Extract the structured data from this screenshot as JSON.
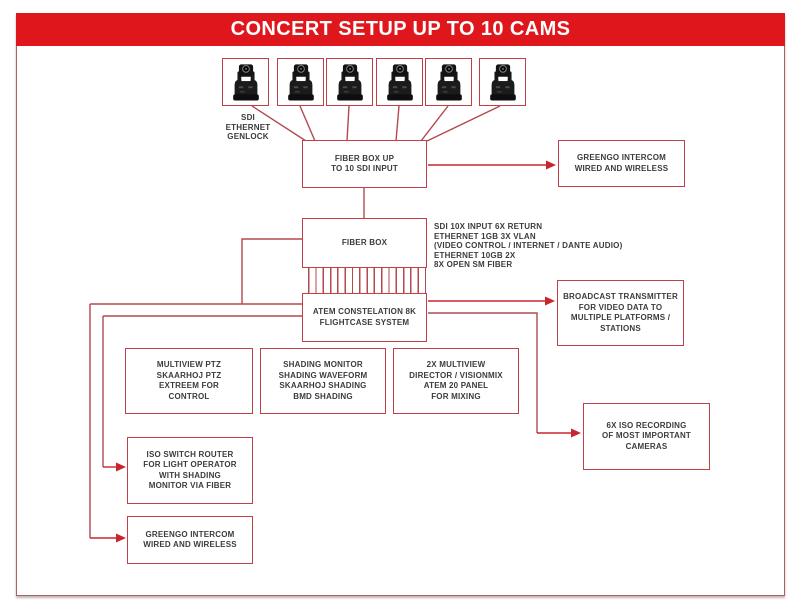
{
  "title": "CONCERT SETUP UP TO 10 CAMS",
  "colors": {
    "header_red": "#e0161d",
    "line_red": "#b5484e",
    "arrow_red": "#c7262c",
    "box_border_red": "#bf4046",
    "text_dark": "#3d3b3c"
  },
  "cameras": {
    "count": 6,
    "icon": "ptz-camera-icon",
    "link_label": "SDI\nETHERNET\nGENLOCK"
  },
  "nodes": {
    "fiber_box_input": {
      "label": "FIBER BOX UP\nTO 10 SDI INPUT"
    },
    "greengo_top": {
      "label": "GREENGO INTERCOM\nWIRED AND WIRELESS"
    },
    "fiber_box": {
      "label": "FIBER BOX"
    },
    "fiber_box_specs": {
      "label": "SDI 10X INPUT 6X RETURN\nETHERNET 1GB 3X VLAN\n(VIDEO CONTROL / INTERNET / DANTE AUDIO)\nETHERNET 10GB 2X\n8X OPEN SM FIBER"
    },
    "atem": {
      "label": "ATEM CONSTELATION 8K\nFLIGHTCASE SYSTEM"
    },
    "broadcast": {
      "label": "BROADCAST TRANSMITTER\nFOR VIDEO DATA TO\nMULTIPLE PLATFORMS /\nSTATIONS"
    },
    "iso_recording": {
      "label": "6X ISO RECORDING\nOF MOST IMPORTANT\nCAMERAS"
    },
    "multiview_ptz": {
      "label": "MULTIVIEW PTZ\nSKAARHOJ PTZ\nEXTREEM FOR\nCONTROL"
    },
    "shading": {
      "label": "SHADING MONITOR\nSHADING WAVEFORM\nSKAARHOJ SHADING\nBMD SHADING"
    },
    "multiview_director": {
      "label": "2X MULTIVIEW\nDIRECTOR / VISIONMIX\nATEM 20 PANEL\nFOR MIXING"
    },
    "iso_switch": {
      "label": "ISO SWITCH ROUTER\nFOR LIGHT OPERATOR\nWITH SHADING\nMONITOR VIA FIBER"
    },
    "greengo_bottom": {
      "label": "GREENGO INTERCOM\nWIRED AND WIRELESS"
    }
  }
}
